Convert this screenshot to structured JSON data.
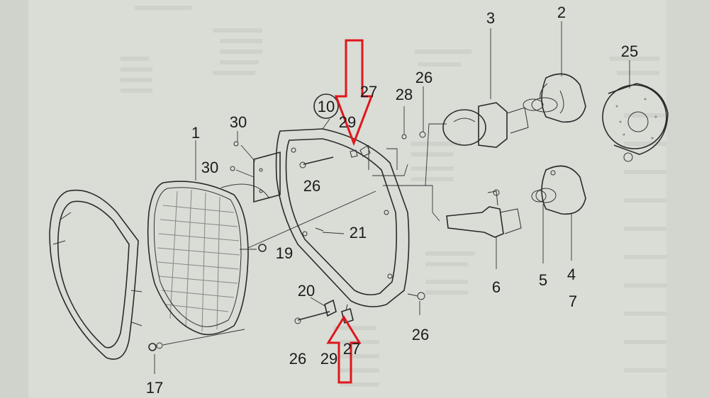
{
  "labels": {
    "p1": "1",
    "p2": "2",
    "p3": "3",
    "p4": "4",
    "p5": "5",
    "p6": "6",
    "p7": "7",
    "p10": "10",
    "p17": "17",
    "p19": "19",
    "p20": "20",
    "p21": "21",
    "p25": "25",
    "p26a": "26",
    "p26b": "26",
    "p26c": "26",
    "p26d": "26",
    "p27a": "27",
    "p27b": "27",
    "p28": "28",
    "p29a": "29",
    "p29b": "29",
    "p30a": "30",
    "p30b": "30"
  },
  "colors": {
    "paper": "#d9ddd6",
    "ink": "#1b1b1b",
    "highlight_arrow": "#e0161b"
  },
  "icons": {
    "arrow_top": "red-down-arrow-icon",
    "arrow_bottom": "red-up-arrow-icon"
  }
}
